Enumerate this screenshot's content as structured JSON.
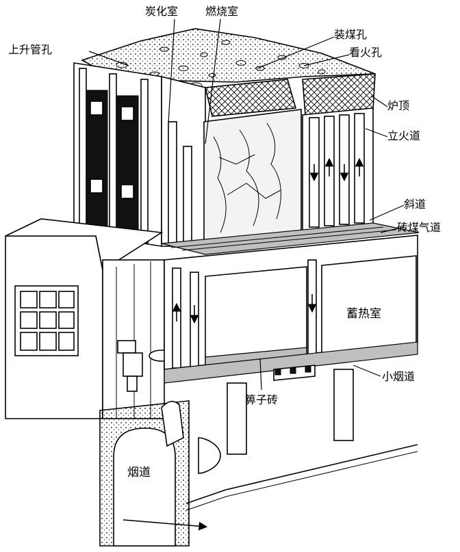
{
  "labels": {
    "carbonization_chamber": "炭化室",
    "combustion_chamber": "燃烧室",
    "ascension_pipe_hole": "上升管孔",
    "charging_hole": "装煤孔",
    "peep_hole": "看火孔",
    "oven_roof": "炉顶",
    "vertical_flue": "立火道",
    "inclined_flue": "斜道",
    "brick_gas_channel": "砖煤气道",
    "regenerator": "蓄热室",
    "small_flue": "小烟道",
    "grate_brick": "箅子砖",
    "flue": "烟道"
  }
}
